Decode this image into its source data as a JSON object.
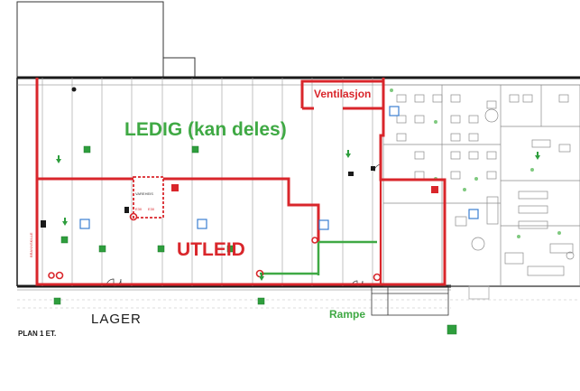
{
  "labels": {
    "vacant": "LEDIG (kan deles)",
    "rented": "UTLEID",
    "ventilation": "Ventilasjon",
    "warehouse": "LAGER",
    "ramp": "Rampe",
    "floor_plan": "PLAN 1 ET.",
    "room_tag": "VAREHEIS",
    "door_tag_1": "E30",
    "door_tag_2": "E30"
  },
  "colors": {
    "rented_outline": "#d9262b",
    "vacant_text": "#3fa944",
    "partition_green": "#3fa944",
    "wall": "#1a1a1a",
    "office_furniture": "#9a9a9a"
  },
  "icons": {
    "exit_arrow": "green-down-arrow-icon",
    "sprinkler": "green-square-icon",
    "fire_extinguisher": "red-square-icon",
    "hydrant": "blue-square-icon"
  }
}
